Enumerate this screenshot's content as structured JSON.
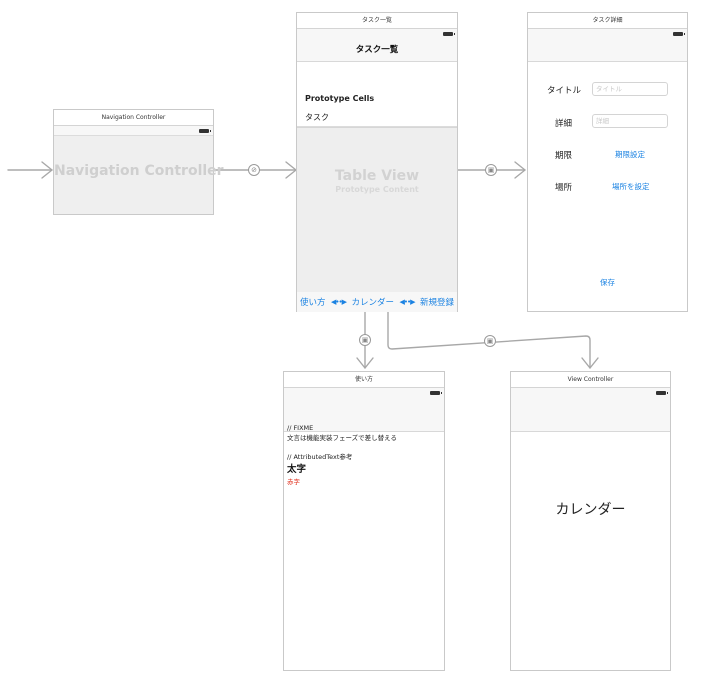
{
  "navigation_controller": {
    "title": "Navigation Controller",
    "label": "Navigation Controller"
  },
  "task_list": {
    "title": "タスク一覧",
    "nav_title": "タスク一覧",
    "cells_header": "Prototype Cells",
    "cell_label": "タスク",
    "table_view_title": "Table View",
    "table_view_subtitle": "Prototype Content",
    "toolbar": {
      "usage": "使い方",
      "calendar": "カレンダー",
      "new": "新規登録"
    }
  },
  "task_detail": {
    "title": "タスク詳細",
    "fields": {
      "title_label": "タイトル",
      "title_placeholder": "タイトル",
      "detail_label": "詳細",
      "detail_placeholder": "詳細",
      "deadline_label": "期限",
      "deadline_button": "期限設定",
      "place_label": "場所",
      "place_button": "場所を設定"
    },
    "save_button": "保存"
  },
  "usage": {
    "title": "使い方",
    "line1": "// FIXME",
    "line2": "文言は機能実装フェーズで差し替える",
    "line3": "// AttributedText参考",
    "bold_text": "太字",
    "red_text": "赤字"
  },
  "view_controller": {
    "title": "View Controller",
    "label": "カレンダー"
  },
  "colors": {
    "link": "#1a82e2",
    "red": "#e0301e",
    "connector": "#a8a8a8"
  }
}
